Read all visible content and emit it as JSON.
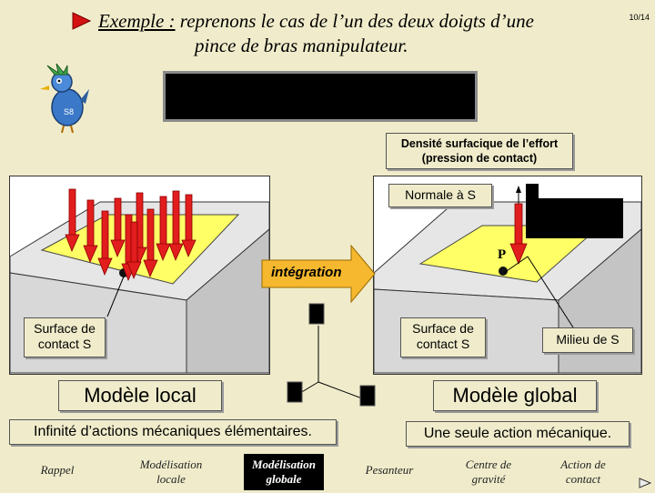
{
  "title": {
    "prefix": "Exemple :",
    "line1": " reprenons le cas de l’un des deux doigts d’une",
    "line2": "pince de bras manipulateur."
  },
  "page_number": "10/14",
  "labels": {
    "densite_line1": "Densité surfacique de l’effort",
    "densite_line2": "(pression de contact)",
    "normale": "Normale à S",
    "integration": "intégration",
    "point_label": "P",
    "surface_local_1": "Surface de",
    "surface_local_2": "contact S",
    "surface_global_1": "Surface de",
    "surface_global_2": "contact S",
    "milieu": "Milieu de S",
    "modele_local": "Modèle local",
    "modele_global": "Modèle global",
    "infinite": "Infinité d’actions mécaniques élémentaires.",
    "seule": "Une seule action mécanique."
  },
  "nav": {
    "rappel": "Rappel",
    "mod_locale_1": "Modélisation",
    "mod_locale_2": "locale",
    "mod_globale_1": "Modélisation",
    "mod_globale_2": "globale",
    "pesanteur": "Pesanteur",
    "centre_1": "Centre de",
    "centre_2": "gravité",
    "action_1": "Action de",
    "action_2": "contact"
  },
  "icons": {
    "play": "play-triangle-icon",
    "bird": "bird-mascot-icon",
    "next": "next-arrow-icon"
  },
  "colors": {
    "background": "#f0eccb",
    "arrow_red": "#e21d1d",
    "contact_yellow": "#ffff66",
    "integration_arrow": "#f5b82e"
  }
}
